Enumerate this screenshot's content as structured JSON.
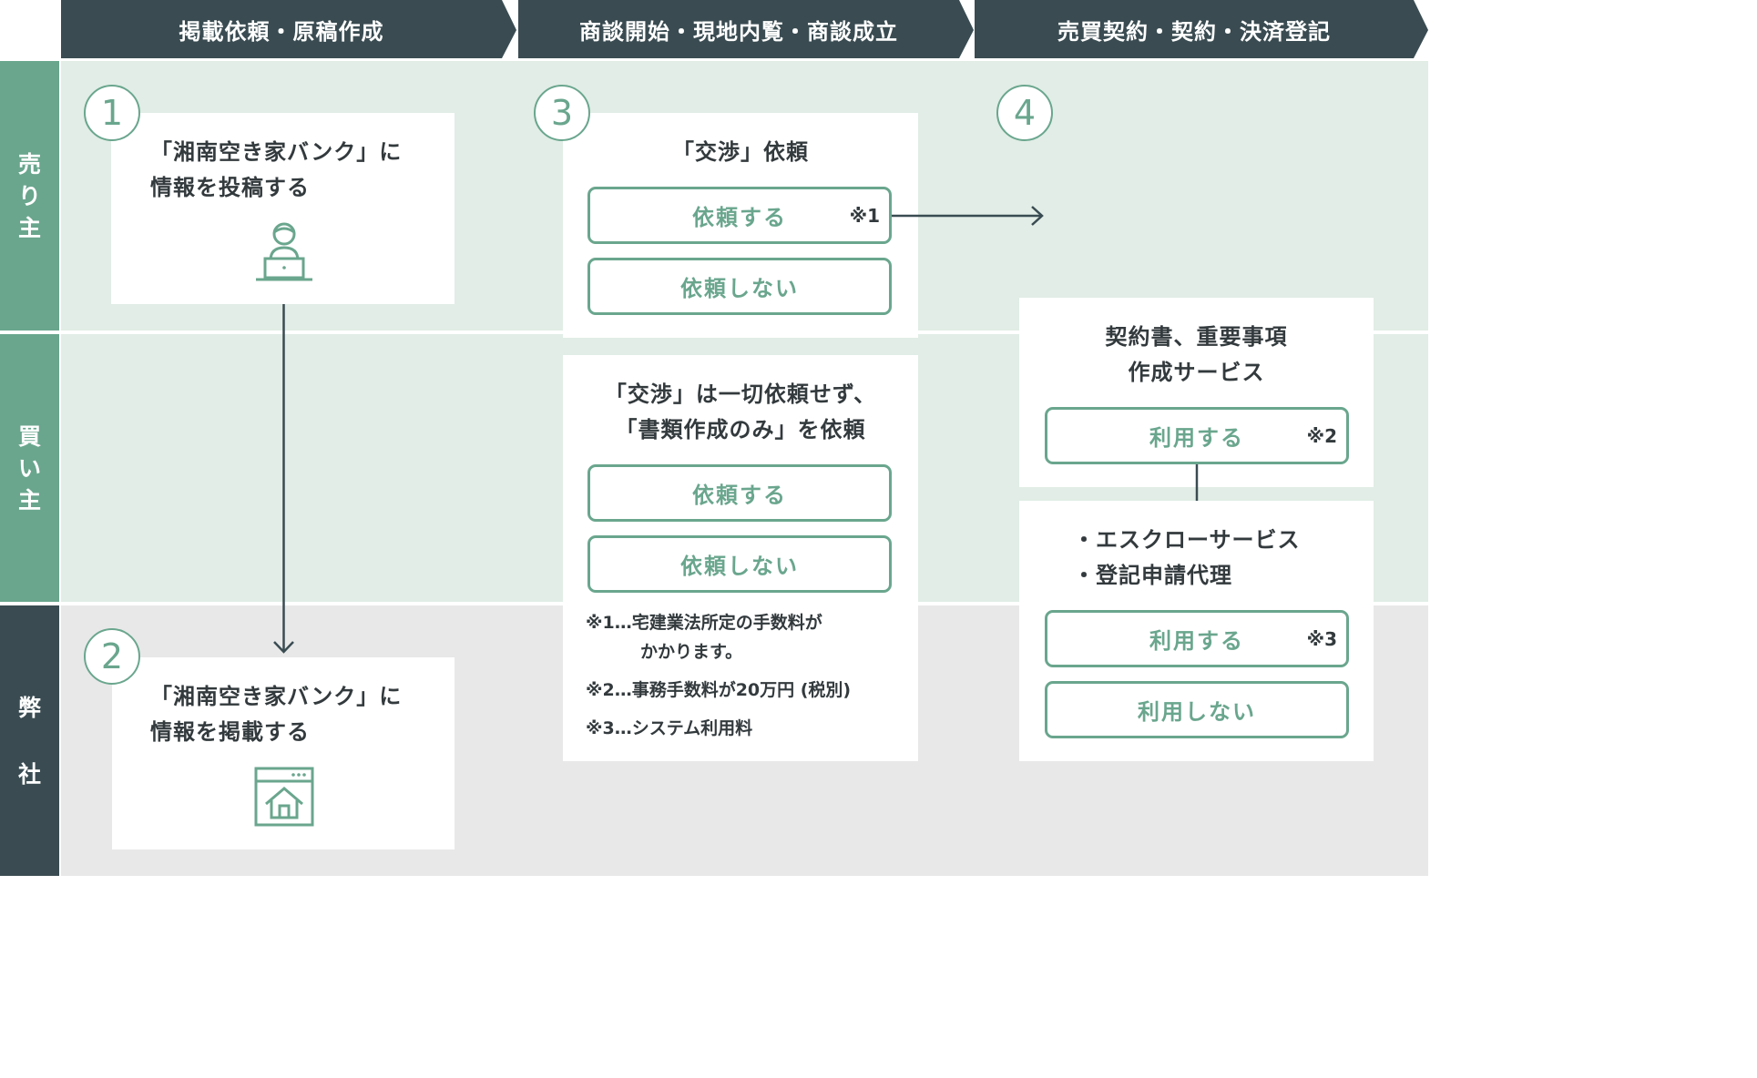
{
  "phases": [
    "掲載依頼・原稿作成",
    "商談開始・現地内覧・商談成立",
    "売買契約・契約・決済登記"
  ],
  "lanes": {
    "seller": [
      "売",
      "り",
      "主"
    ],
    "buyer": [
      "買",
      "い",
      "主"
    ],
    "company": [
      "弊",
      "社"
    ]
  },
  "steps": {
    "n1": "1",
    "n2": "2",
    "n3": "3",
    "n4": "4"
  },
  "card1": {
    "line1": "「湘南空き家バンク」に",
    "line2": "情報を投稿する",
    "icon": "person-laptop-icon"
  },
  "card2": {
    "line1": "「湘南空き家バンク」に",
    "line2": "情報を掲載する",
    "icon": "house-browser-icon"
  },
  "card3a": {
    "title": "「交渉」依頼",
    "btn_yes": "依頼する",
    "btn_yes_mark": "※1",
    "btn_no": "依頼しない"
  },
  "card3b": {
    "line1": "「交渉」は一切依頼せず、",
    "line2": "「書類作成のみ」を依頼",
    "btn_yes": "依頼する",
    "btn_no": "依頼しない"
  },
  "notes": {
    "n1a": "※1…宅建業法所定の手数料が",
    "n1b": "かかります。",
    "n2": "※2…事務手数料が20万円 (税別)",
    "n3": "※3…システム利用料"
  },
  "card4a": {
    "line1": "契約書、重要事項",
    "line2": "作成サービス",
    "btn_yes": "利用する",
    "btn_yes_mark": "※2"
  },
  "card4b": {
    "line1": "・エスクローサービス",
    "line2": "・登記申請代理",
    "btn_yes": "利用する",
    "btn_yes_mark": "※3",
    "btn_no": "利用しない"
  },
  "colors": {
    "dark": "#3a4c52",
    "green": "#6aa68e",
    "band": "#e1ede6",
    "grey": "#e8e8e8"
  }
}
